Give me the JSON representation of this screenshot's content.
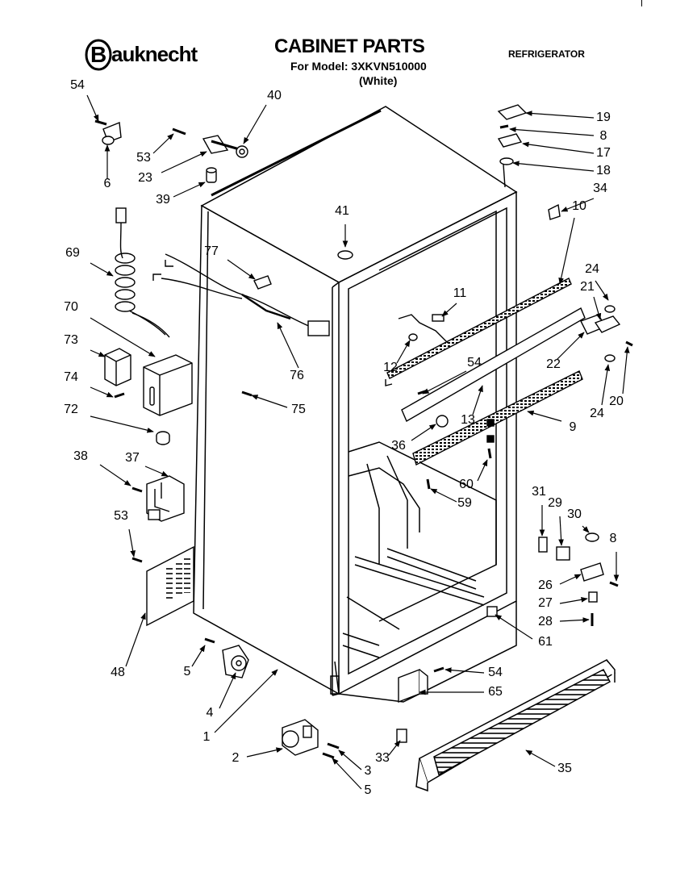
{
  "header": {
    "brand": "Bauknecht",
    "title": "CABINET PARTS",
    "model_line": "For Model: 3XKVN510000",
    "color_line": "(White)",
    "appliance": "REFRIGERATOR"
  },
  "callouts": [
    {
      "id": "c54a",
      "label": "54"
    },
    {
      "id": "c6",
      "label": "6"
    },
    {
      "id": "c40",
      "label": "40"
    },
    {
      "id": "c53a",
      "label": "53"
    },
    {
      "id": "c23",
      "label": "23"
    },
    {
      "id": "c39",
      "label": "39"
    },
    {
      "id": "c19",
      "label": "19"
    },
    {
      "id": "c8a",
      "label": "8"
    },
    {
      "id": "c17",
      "label": "17"
    },
    {
      "id": "c18",
      "label": "18"
    },
    {
      "id": "c34",
      "label": "34"
    },
    {
      "id": "c10",
      "label": "10"
    },
    {
      "id": "c41",
      "label": "41"
    },
    {
      "id": "c69",
      "label": "69"
    },
    {
      "id": "c77",
      "label": "77"
    },
    {
      "id": "c70",
      "label": "70"
    },
    {
      "id": "c73",
      "label": "73"
    },
    {
      "id": "c74",
      "label": "74"
    },
    {
      "id": "c72",
      "label": "72"
    },
    {
      "id": "c76",
      "label": "76"
    },
    {
      "id": "c75",
      "label": "75"
    },
    {
      "id": "c11",
      "label": "11"
    },
    {
      "id": "c12",
      "label": "12"
    },
    {
      "id": "c54b",
      "label": "54"
    },
    {
      "id": "c24a",
      "label": "24"
    },
    {
      "id": "c21",
      "label": "21"
    },
    {
      "id": "c22",
      "label": "22"
    },
    {
      "id": "c20",
      "label": "20"
    },
    {
      "id": "c24b",
      "label": "24"
    },
    {
      "id": "c13",
      "label": "13"
    },
    {
      "id": "c9",
      "label": "9"
    },
    {
      "id": "c36",
      "label": "36"
    },
    {
      "id": "c60",
      "label": "60"
    },
    {
      "id": "c59",
      "label": "59"
    },
    {
      "id": "c38",
      "label": "38"
    },
    {
      "id": "c37",
      "label": "37"
    },
    {
      "id": "c53b",
      "label": "53"
    },
    {
      "id": "c31",
      "label": "31"
    },
    {
      "id": "c29",
      "label": "29"
    },
    {
      "id": "c30",
      "label": "30"
    },
    {
      "id": "c8b",
      "label": "8"
    },
    {
      "id": "c26",
      "label": "26"
    },
    {
      "id": "c27",
      "label": "27"
    },
    {
      "id": "c28",
      "label": "28"
    },
    {
      "id": "c61",
      "label": "61"
    },
    {
      "id": "c48",
      "label": "48"
    },
    {
      "id": "c5a",
      "label": "5"
    },
    {
      "id": "c4",
      "label": "4"
    },
    {
      "id": "c1",
      "label": "1"
    },
    {
      "id": "c54c",
      "label": "54"
    },
    {
      "id": "c65",
      "label": "65"
    },
    {
      "id": "c2",
      "label": "2"
    },
    {
      "id": "c3",
      "label": "3"
    },
    {
      "id": "c5b",
      "label": "5"
    },
    {
      "id": "c33",
      "label": "33"
    },
    {
      "id": "c35",
      "label": "35"
    }
  ]
}
